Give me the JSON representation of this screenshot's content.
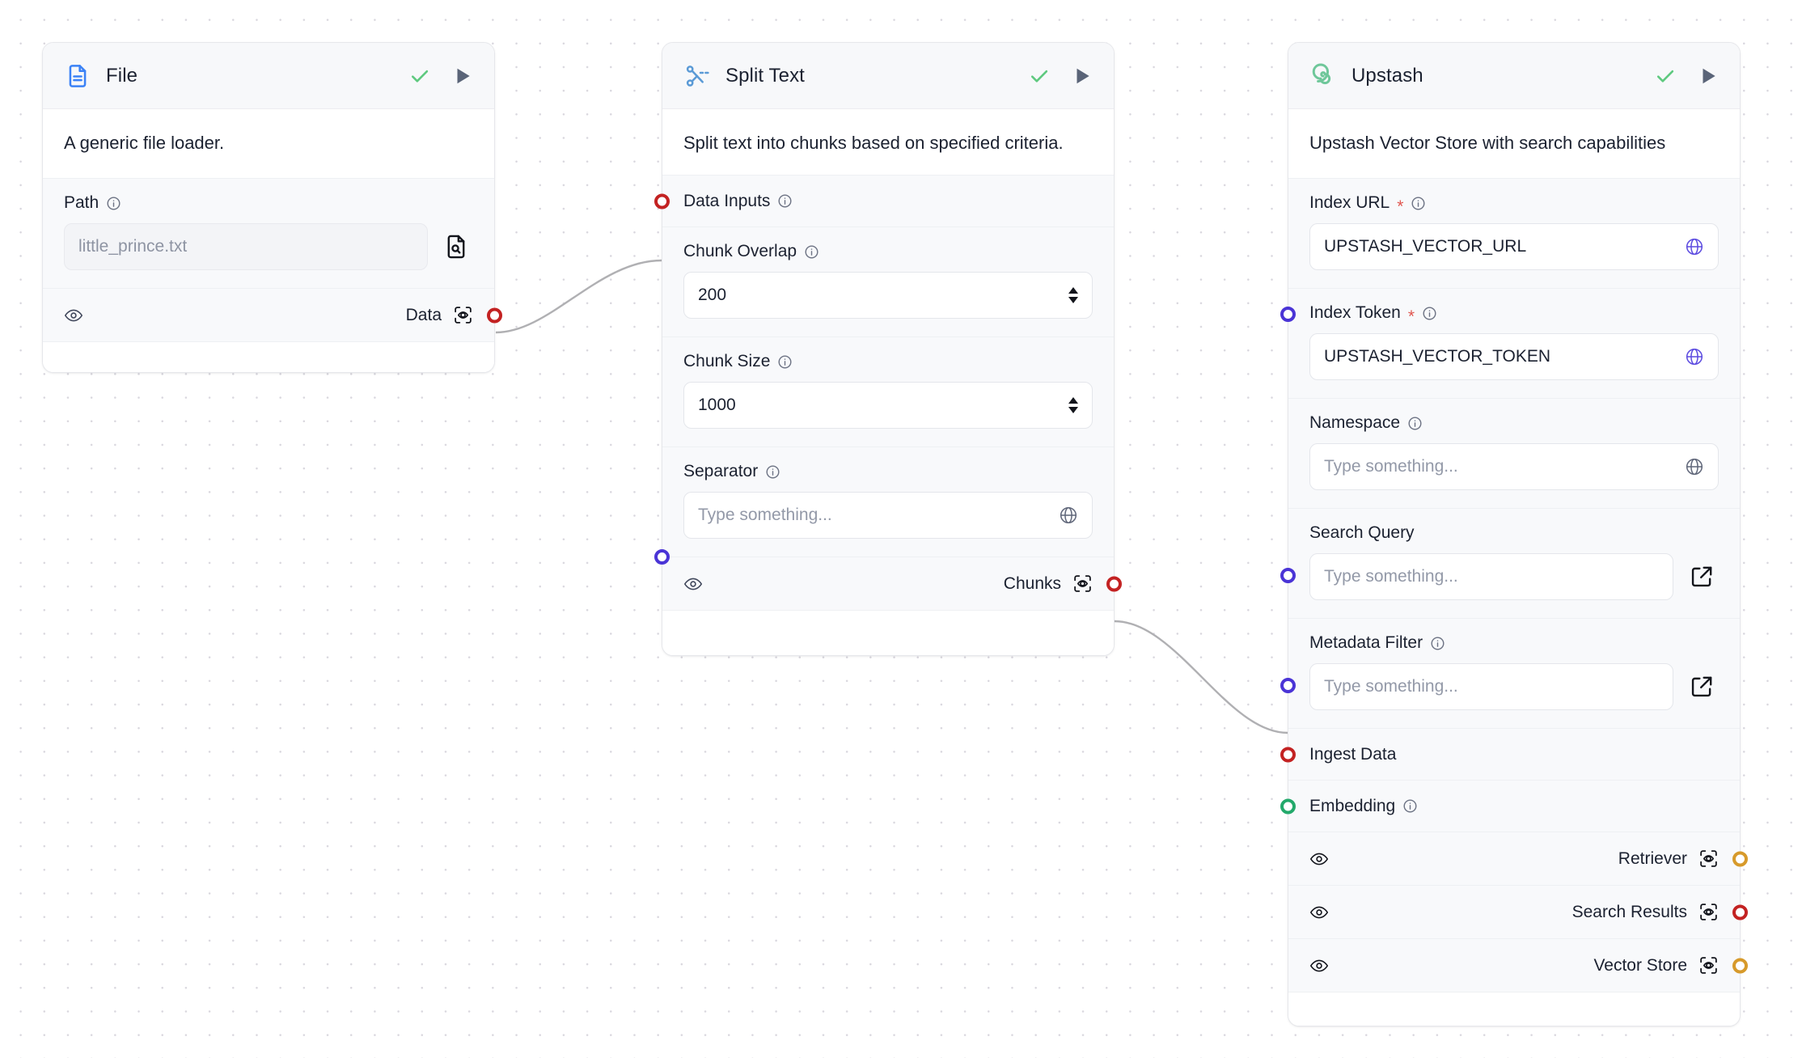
{
  "canvas": {
    "background": "#ffffff",
    "dot_color": "#d9d7de"
  },
  "colors": {
    "port_red": "#c32222",
    "port_blue": "#4a34d6",
    "port_green": "#23a96b",
    "port_amber": "#d79a2b",
    "check_green": "#5ec97f",
    "play_slate": "#5a6478",
    "file_icon_blue": "#3b82f6",
    "scissors_blue": "#5a9ad6",
    "upstash_green": "#6fc79a",
    "required_star": "#e0564f",
    "edge_gray": "#b0b0b3"
  },
  "nodes": [
    {
      "id": "file",
      "title": "File",
      "icon": "file-document-icon",
      "description": "A generic file loader.",
      "header_actions": [
        {
          "name": "validation-check-icon",
          "label": "check"
        },
        {
          "name": "run-play-icon",
          "label": "play"
        }
      ],
      "fields": [
        {
          "label": "Path",
          "required": false,
          "has_info": true,
          "value": "little_prince.txt",
          "value_is_placeholder": true,
          "input_state": "disabled",
          "trailing_button": "file-search-icon"
        }
      ],
      "outputs": [
        {
          "label": "Data",
          "port_color": "red",
          "eye": true,
          "scan": true
        }
      ]
    },
    {
      "id": "split-text",
      "title": "Split Text",
      "icon": "scissors-icon",
      "description": "Split text into chunks based on specified criteria.",
      "header_actions": [
        {
          "name": "validation-check-icon",
          "label": "check"
        },
        {
          "name": "run-play-icon",
          "label": "play"
        }
      ],
      "handle_rows": [
        {
          "label": "Data Inputs",
          "has_info": true,
          "port_color": "red"
        }
      ],
      "fields": [
        {
          "label": "Chunk Overlap",
          "has_info": true,
          "value": "200",
          "type": "number",
          "spinner": true
        },
        {
          "label": "Chunk Size",
          "has_info": true,
          "value": "1000",
          "type": "number",
          "spinner": true
        },
        {
          "label": "Separator",
          "has_info": true,
          "placeholder": "Type something...",
          "type": "text",
          "end_icon": "globe-icon",
          "port_color": "blue"
        }
      ],
      "outputs": [
        {
          "label": "Chunks",
          "port_color": "red",
          "eye": true,
          "scan": true
        }
      ]
    },
    {
      "id": "upstash",
      "title": "Upstash",
      "icon": "upstash-spiral-icon",
      "description": "Upstash Vector Store with search capabilities",
      "header_actions": [
        {
          "name": "validation-check-icon",
          "label": "check"
        },
        {
          "name": "run-play-icon",
          "label": "play"
        }
      ],
      "fields": [
        {
          "label": "Index URL",
          "required": true,
          "has_info": true,
          "value": "UPSTASH_VECTOR_URL",
          "end_icon": "globe-icon",
          "globe_active": true
        },
        {
          "label": "Index Token",
          "required": true,
          "has_info": true,
          "value": "UPSTASH_VECTOR_TOKEN",
          "end_icon": "globe-icon",
          "globe_active": true,
          "port_color": "blue"
        },
        {
          "label": "Namespace",
          "required": false,
          "has_info": true,
          "placeholder": "Type something...",
          "end_icon": "globe-icon"
        },
        {
          "label": "Search Query",
          "required": false,
          "has_info": false,
          "placeholder": "Type something...",
          "trailing_button": "expand-external-icon",
          "port_color": "blue"
        },
        {
          "label": "Metadata Filter",
          "required": false,
          "has_info": true,
          "placeholder": "Type something...",
          "trailing_button": "expand-external-icon",
          "port_color": "blue"
        }
      ],
      "handle_rows": [
        {
          "label": "Ingest Data",
          "has_info": false,
          "port_color": "red"
        },
        {
          "label": "Embedding",
          "has_info": true,
          "port_color": "green"
        }
      ],
      "outputs": [
        {
          "label": "Retriever",
          "port_color": "amber",
          "eye": true,
          "scan": true
        },
        {
          "label": "Search Results",
          "port_color": "red",
          "eye": true,
          "scan": true
        },
        {
          "label": "Vector Store",
          "port_color": "amber",
          "eye": true,
          "scan": true
        }
      ]
    }
  ],
  "edges": [
    {
      "from": "file.Data",
      "to": "split-text.Data Inputs"
    },
    {
      "from": "split-text.Chunks",
      "to": "upstash.Ingest Data"
    }
  ]
}
